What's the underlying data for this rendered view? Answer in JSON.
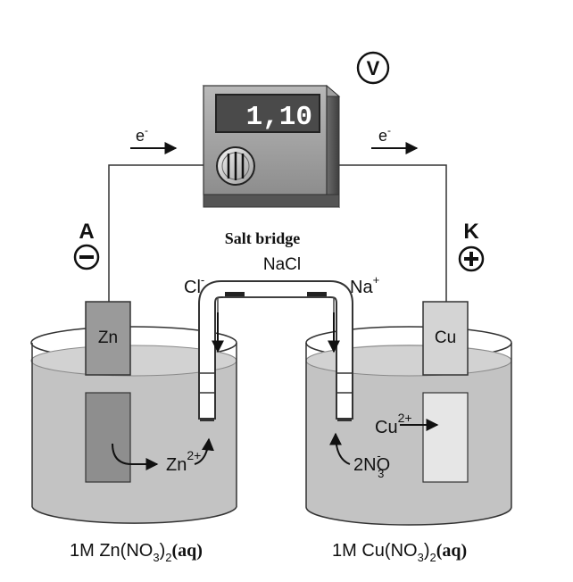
{
  "voltmeter": {
    "symbol": "V",
    "display_value": "1,10"
  },
  "electron_flow": {
    "label_left": "e",
    "label_right": "e",
    "sup": "-"
  },
  "anode": {
    "letter": "A",
    "sign": "−"
  },
  "cathode": {
    "letter": "K",
    "sign": "+"
  },
  "salt_bridge": {
    "title": "Salt bridge",
    "compound": "NaCl",
    "anion": "Cl",
    "anion_charge": "-",
    "cation": "Na",
    "cation_charge": "+"
  },
  "left_cell": {
    "electrode": "Zn",
    "ion": "Zn",
    "ion_charge": "2+",
    "solution_prefix": "1M Zn(NO",
    "solution_sub1": "3",
    "solution_mid": ")",
    "solution_sub2": "2",
    "solution_state": "(aq)"
  },
  "right_cell": {
    "electrode": "Cu",
    "ion": "Cu",
    "ion_charge": "2+",
    "nitrate_prefix": "2NO",
    "nitrate_sub": "3",
    "nitrate_charge": "-",
    "solution_prefix": "1M Cu(NO",
    "solution_sub1": "3",
    "solution_mid": ")",
    "solution_sub2": "2",
    "solution_state": "(aq)"
  }
}
